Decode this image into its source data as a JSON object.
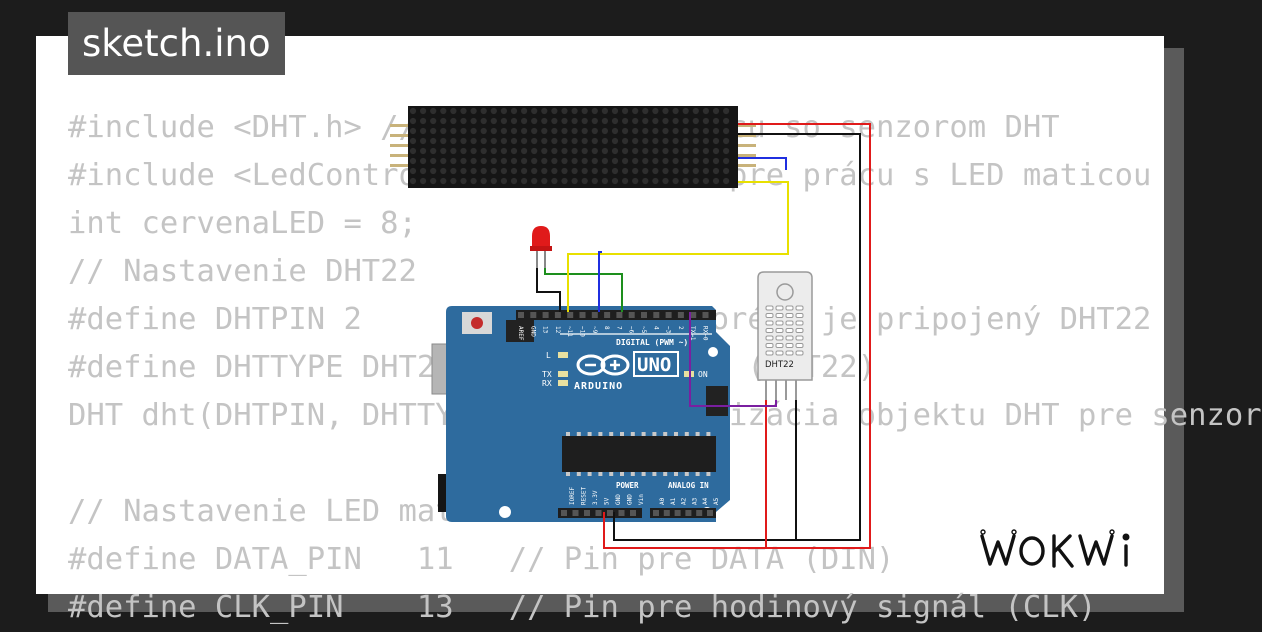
{
  "tab": {
    "title": "sketch.ino"
  },
  "code_lines": [
    "#include <DHT.h> // Knižnica pre prácu so senzorom DHT",
    "#include <LedControl.h> // Knižnica pre prácu s LED maticou",
    "int cervenaLED = 8;",
    "// Nastavenie DHT22",
    "#define DHTPIN 2      // Pin, ku ktorému je pripojený DHT22",
    "#define DHTTYPE DHT22 // Typ senzora (DHT22)",
    "DHT dht(DHTPIN, DHTTYPE); // Inicializácia objektu DHT pre senzor",
    "",
    "// Nastavenie LED matice",
    "#define DATA_PIN   11   // Pin pre DATA (DIN)",
    "#define CLK_PIN    13   // Pin pre hodinový signál (CLK)"
  ],
  "board": {
    "brand": "ARDUINO",
    "model": "UNO",
    "digital_header": "DIGITAL (PWM ~)",
    "analog_header": "ANALOG IN",
    "power_header": "POWER",
    "on_label": "ON",
    "l_label": "L",
    "tx_label": "TX",
    "rx_label": "RX",
    "digital_pins": [
      "AREF",
      "GND",
      "13",
      "12",
      "~11",
      "~10",
      "~9",
      "8",
      "7",
      "~6",
      "~5",
      "4",
      "~3",
      "2",
      "TX→1",
      "RX←0"
    ],
    "power_pins": [
      "IOREF",
      "RESET",
      "3.3V",
      "5V",
      "GND",
      "GND",
      "Vin"
    ],
    "analog_pins": [
      "A0",
      "A1",
      "A2",
      "A3",
      "A4",
      "A5"
    ]
  },
  "sensor": {
    "label": "DHT22"
  },
  "logo": {
    "text": "WOKWi"
  },
  "colors": {
    "board": "#2e6b9e",
    "wire_red": "#e01a1a",
    "wire_black": "#111111",
    "wire_blue": "#1f2fe0",
    "wire_green": "#1d8f1d",
    "wire_yellow": "#e8e000",
    "wire_purple": "#7a1fa0",
    "matrix": "#151515"
  }
}
